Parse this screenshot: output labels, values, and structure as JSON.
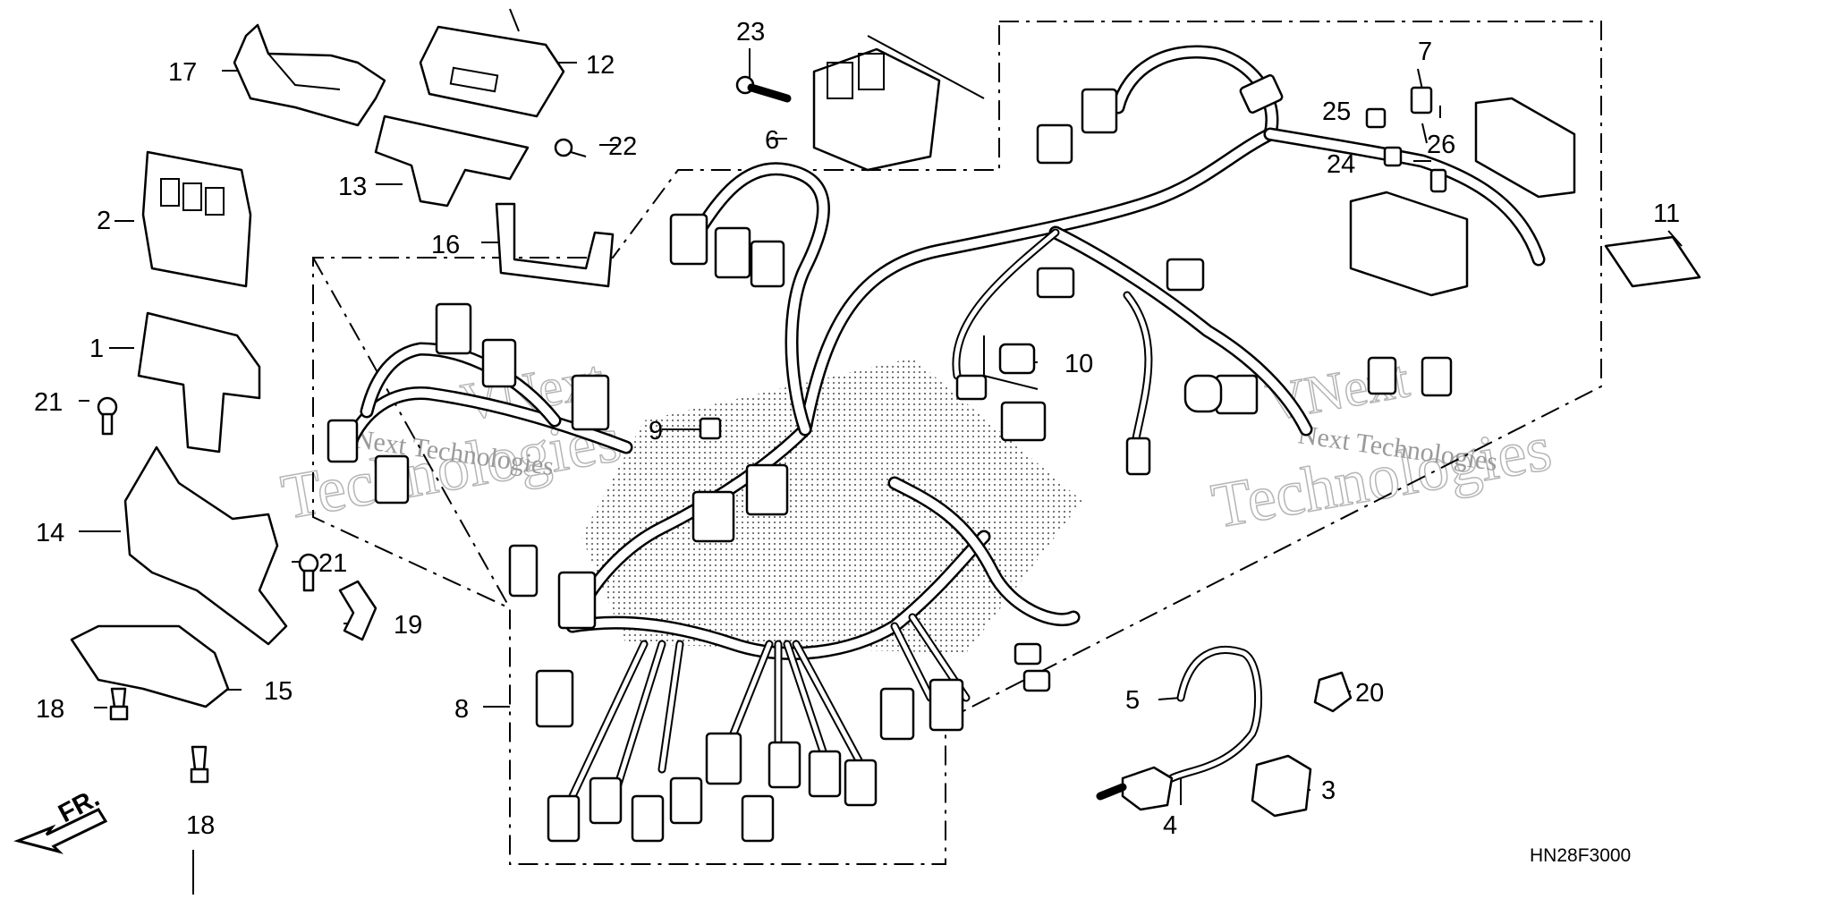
{
  "diagram_code": "HN28F3000",
  "direction_label": "FR.",
  "watermark": {
    "line1": "Next Technologies",
    "line2": "Technologies",
    "line3": "VNext"
  },
  "callouts": {
    "p1": "1",
    "p2": "2",
    "p3": "3",
    "p4": "4",
    "p5": "5",
    "p6": "6",
    "p7": "7",
    "p8": "8",
    "p9": "9",
    "p10": "10",
    "p11": "11",
    "p12": "12",
    "p13": "13",
    "p14": "14",
    "p15": "15",
    "p16": "16",
    "p17": "17",
    "p18a": "18",
    "p18b": "18",
    "p19": "19",
    "p20": "20",
    "p21a": "21",
    "p21b": "21",
    "p22": "22",
    "p23": "23",
    "p24": "24",
    "p25": "25",
    "p26": "26"
  }
}
